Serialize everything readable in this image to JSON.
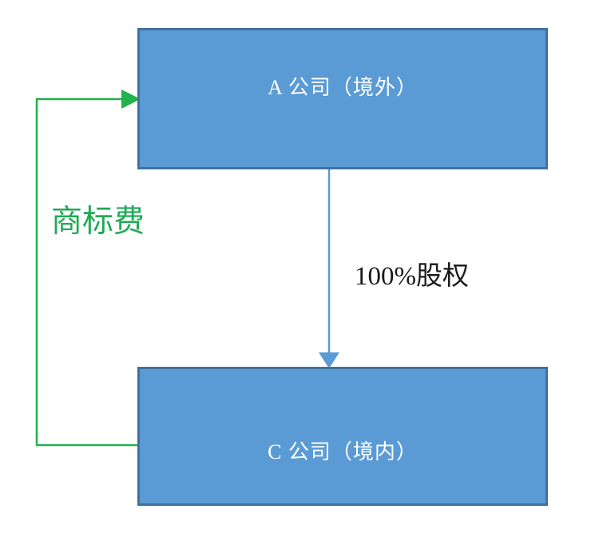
{
  "diagram": {
    "title": "corporate-structure-diagram",
    "background": "#ffffff",
    "nodes": [
      {
        "id": "company-a",
        "label": "A 公司（境外）",
        "fill": "#5B9BD5",
        "border": "#41719C",
        "text_color": "#FFFFFF"
      },
      {
        "id": "company-c",
        "label": "C 公司（境内）",
        "fill": "#5B9BD5",
        "border": "#41719C",
        "text_color": "#FFFFFF"
      }
    ],
    "edges": [
      {
        "id": "equity-edge",
        "label": "100%股权",
        "from": "company-a",
        "to": "company-c",
        "color": "#5B9BD5",
        "label_color": "#1A1A1A",
        "direction": "down"
      },
      {
        "id": "trademark-fee-edge",
        "label": "商标费",
        "from": "company-c",
        "to": "company-a",
        "color": "#22B14C",
        "label_color": "#1FAA55",
        "direction": "up-left-around"
      }
    ]
  }
}
